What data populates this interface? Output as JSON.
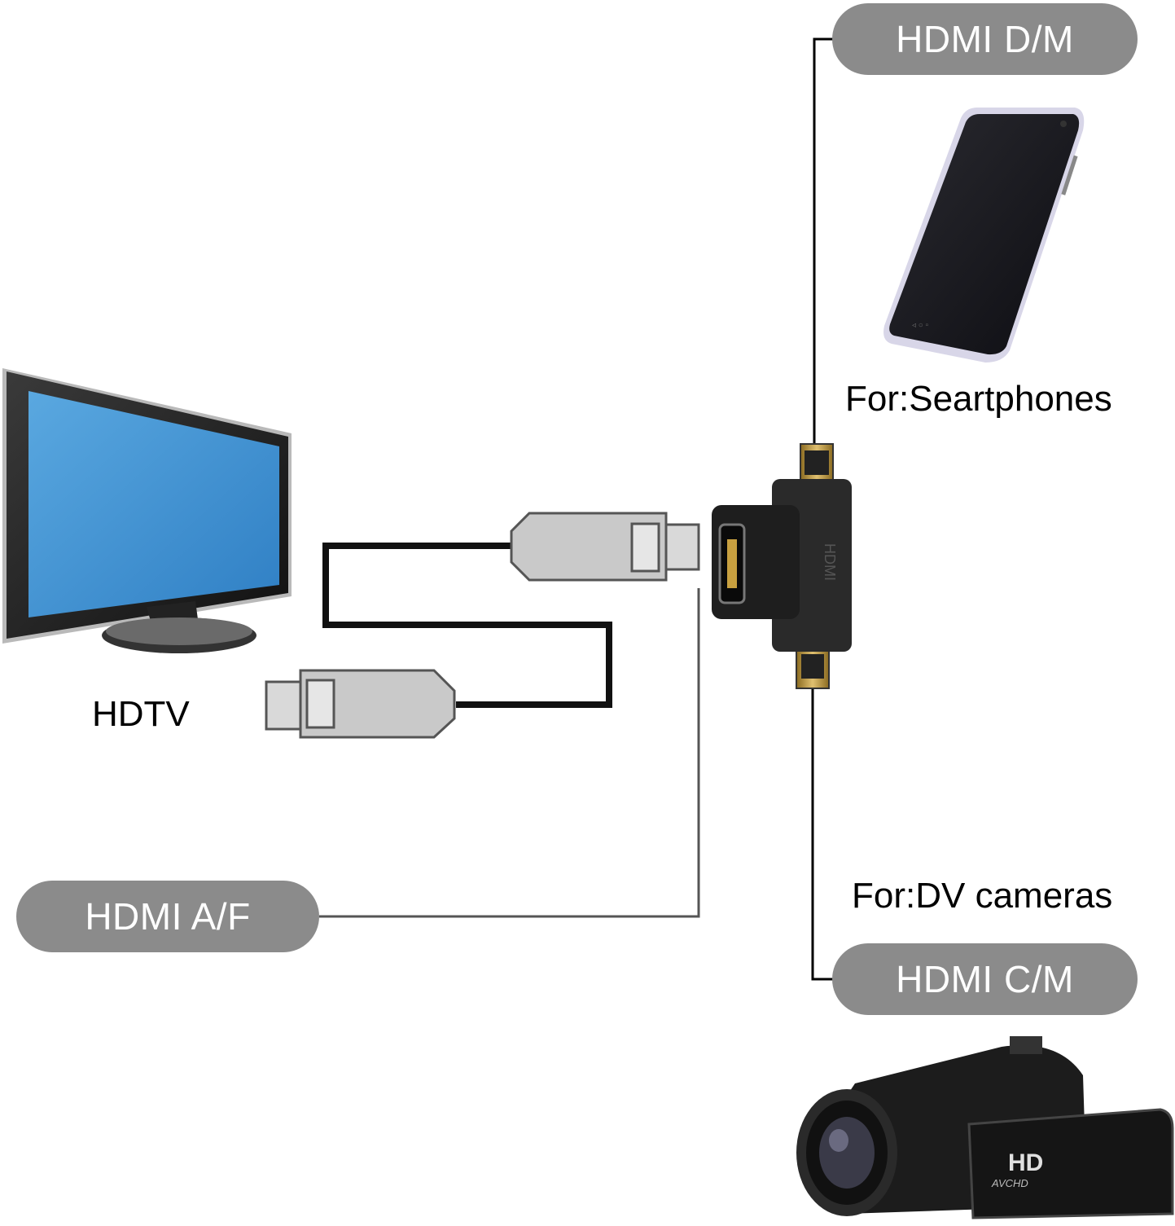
{
  "labels": {
    "hdmi_dm": "HDMI D/M",
    "hdmi_af": "HDMI A/F",
    "hdmi_cm": "HDMI C/M",
    "hdtv": "HDTV",
    "smartphones": "For:Seartphones",
    "dv_cameras": "For:DV cameras"
  },
  "devices": {
    "camera_badge_main": "HD",
    "camera_badge_sub": "AVCHD",
    "adapter_text": "HDMI"
  },
  "colors": {
    "pill": "#8b8b8b",
    "pill_text": "#ffffff",
    "tv_screen": "#3f8fd0",
    "cable": "#111111",
    "connector": "#c9c9c9",
    "adapter": "#2a2a2a",
    "gold_pins": "#c8a040"
  },
  "icons": [
    "tv-icon",
    "smartphone-icon",
    "camcorder-icon",
    "hdmi-adapter-icon",
    "hdmi-plug-icon"
  ]
}
